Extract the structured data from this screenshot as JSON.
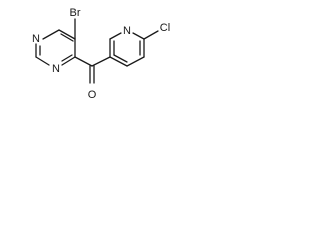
{
  "molecule": {
    "atoms": {
      "n1": "N",
      "n2": "N",
      "br": "Br",
      "o": "O",
      "n3": "N",
      "cl": "Cl"
    }
  }
}
